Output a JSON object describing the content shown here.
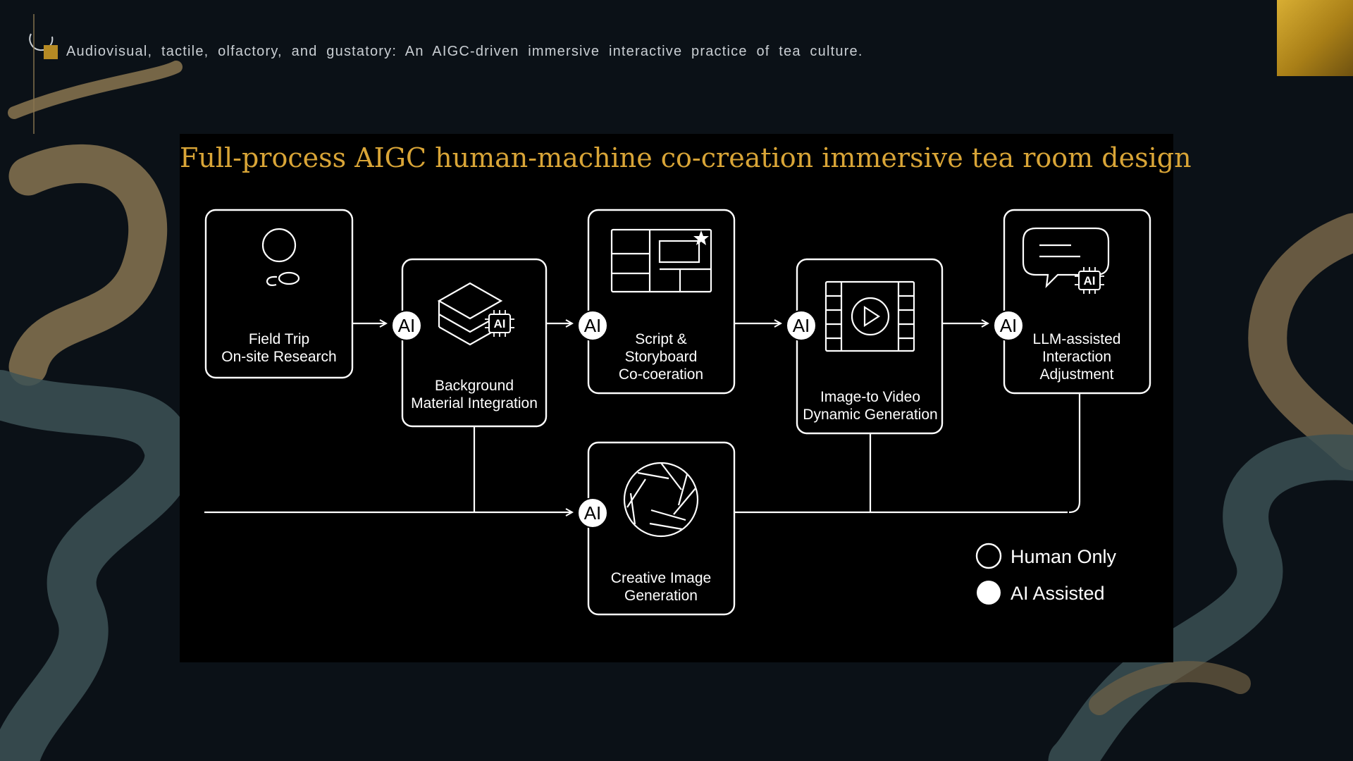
{
  "header": {
    "subtitle": "Audiovisual, tactile, olfactory, and gustatory: An AIGC-driven immersive interactive practice of tea culture."
  },
  "diagram": {
    "title": "Full-process AIGC human-machine co-creation immersive tea room design",
    "badge_label": "AI",
    "icon_badge_label": "AI",
    "nodes": {
      "field_trip": [
        "Field Trip",
        "On-site Research"
      ],
      "background": [
        "Background",
        "Material Integration"
      ],
      "script": [
        "Script &",
        "Storyboard",
        "Co-coeration"
      ],
      "image_video": [
        "Image-to Video",
        "Dynamic Generation"
      ],
      "llm": [
        "LLM-assisted",
        "Interaction",
        "Adjustment"
      ],
      "creative": [
        "Creative Image",
        "Generation"
      ]
    },
    "legend": {
      "human_only": "Human Only",
      "ai_assisted": "AI Assisted"
    }
  },
  "colors": {
    "accent_gold": "#d9a537",
    "panel_bg": "#000000",
    "page_bg": "#0b1117",
    "line": "#ffffff"
  }
}
